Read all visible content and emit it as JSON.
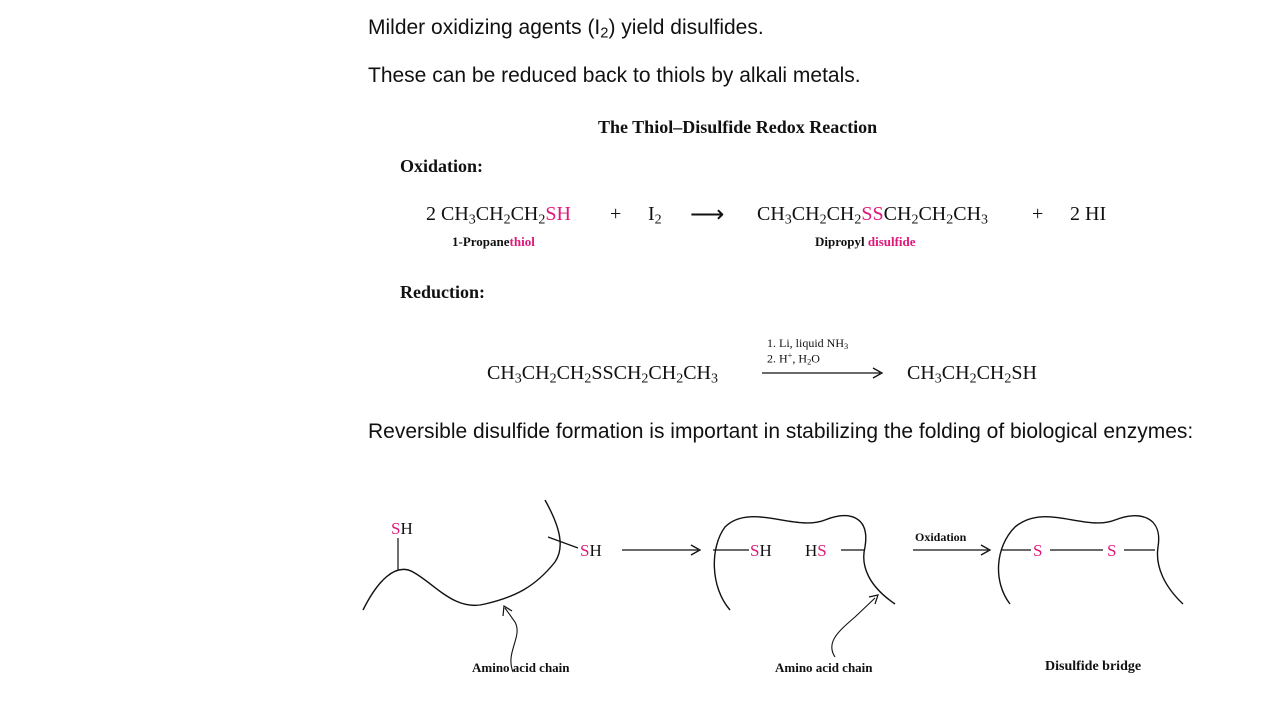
{
  "intro": {
    "line1_before": "Milder oxidizing agents (I",
    "line1_sub": "2",
    "line1_after": ") yield disulfides.",
    "line2": "These can be reduced back to thiols by alkali metals."
  },
  "figure": {
    "title": "The Thiol–Disulfide Redox Reaction",
    "oxidation_heading": "Oxidation:",
    "reduction_heading": "Reduction:",
    "oxidation": {
      "coeff": "2 ",
      "reactant_parts": [
        "CH",
        "3",
        "CH",
        "2",
        "CH",
        "2"
      ],
      "reactant_sh": "SH",
      "plus1": "+",
      "reagent": "I",
      "reagent_sub": "2",
      "arrow": "⟶",
      "product_parts_a": [
        "CH",
        "3",
        "CH",
        "2",
        "CH",
        "2"
      ],
      "product_ss": "SS",
      "product_parts_b": [
        "CH",
        "2",
        "CH",
        "2",
        "CH",
        "3"
      ],
      "plus2": "+",
      "byproduct": "2 HI",
      "reactant_name": "1-Propane",
      "reactant_name_pink": "thiol",
      "product_name": "Dipropyl ",
      "product_name_pink": "disulfide"
    },
    "reduction": {
      "condition1": "1. Li, liquid NH",
      "condition1_sub": "3",
      "condition2_a": "2. H",
      "condition2_sup": "+",
      "condition2_b": ", H",
      "condition2_sub": "2",
      "condition2_c": "O",
      "reactant_parts": [
        "CH",
        "3",
        "CH",
        "2",
        "CH",
        "2",
        "SSCH",
        "2",
        "CH",
        "2",
        "CH",
        "3"
      ],
      "product_parts": [
        "CH",
        "3",
        "CH",
        "2",
        "CH",
        "2",
        "SH",
        ""
      ]
    }
  },
  "paragraph": "Reversible disulfide formation is important in stabilizing the folding of biological enzymes:",
  "diagram": {
    "panel1_sh_top_s": "S",
    "panel1_sh_top_h": "H",
    "panel1_sh_right_s": "S",
    "panel1_sh_right_h": "H",
    "panel1_caption": "Amino acid chain",
    "panel2_sh_left_s": "S",
    "panel2_sh_left_h": "H",
    "panel2_hs_h": "H",
    "panel2_hs_s": "S",
    "panel2_caption": "Amino acid chain",
    "oxidation_label": "Oxidation",
    "panel3_s_left": "S",
    "panel3_s_right": "S",
    "panel3_caption": "Disulfide bridge"
  },
  "colors": {
    "accent": "#e0187a",
    "text": "#111111"
  }
}
